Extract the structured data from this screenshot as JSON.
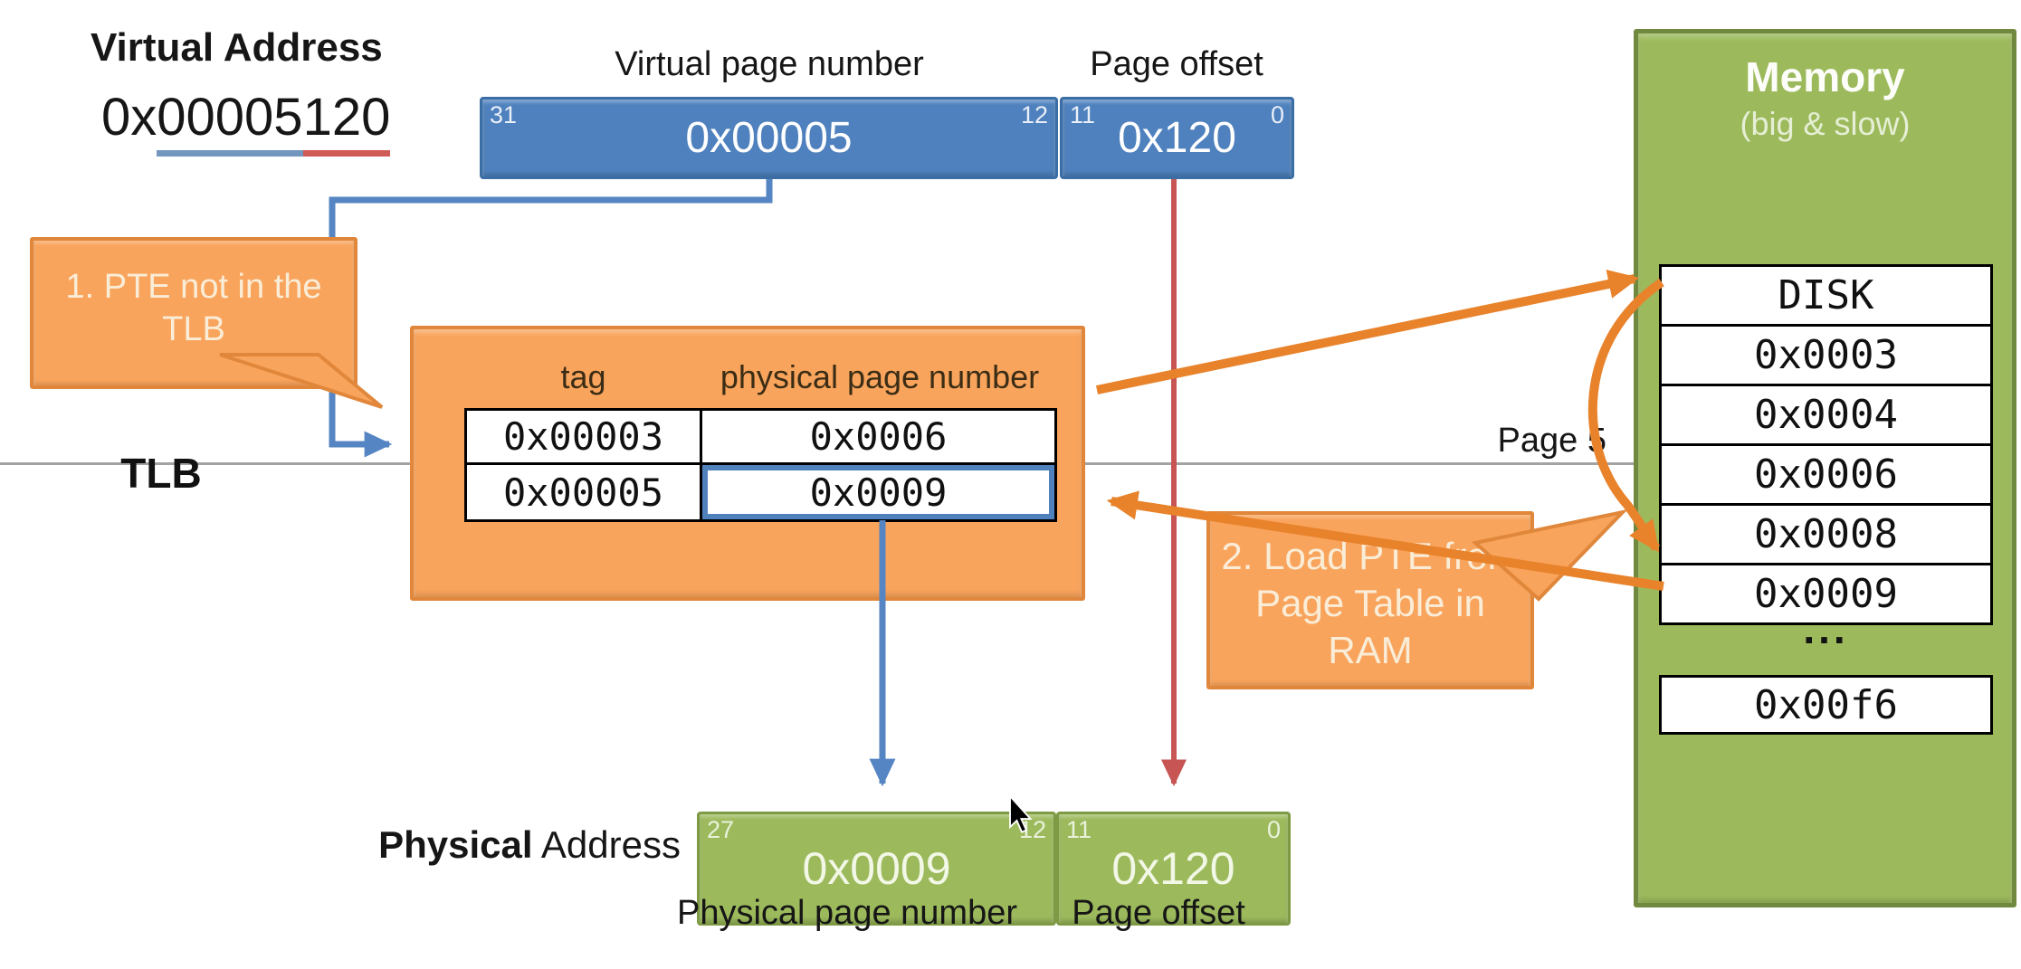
{
  "slide": {
    "virtual_address": {
      "title": "Virtual Address",
      "value_prefix": "0x",
      "value_page": "00005",
      "value_offset": "120",
      "field_vpn_label": "Virtual page number",
      "field_offset_label": "Page offset",
      "vpn_value": "0x00005",
      "offset_value": "0x120",
      "bits": {
        "b31": "31",
        "b12": "12",
        "b11": "11",
        "b0": "0"
      }
    },
    "callout_tlb_miss": {
      "line1": "1. PTE not in the",
      "line2": "TLB"
    },
    "tlb": {
      "label": "TLB",
      "header_tag": "tag",
      "header_ppn": "physical page number",
      "rows": [
        {
          "tag": "0x00003",
          "ppn": "0x0006"
        },
        {
          "tag": "0x00005",
          "ppn": "0x0009"
        }
      ]
    },
    "callout_load_pte": {
      "line1": "2. Load PTE from",
      "line2": "Page Table in",
      "line3": "RAM"
    },
    "page5_label": "Page 5",
    "memory": {
      "title": "Memory",
      "subtitle": "(big & slow)",
      "cells": [
        "DISK",
        "0x0003",
        "0x0004",
        "0x0006",
        "0x0008",
        "0x0009"
      ],
      "ellipsis": "...",
      "far_cell": "0x00f6"
    },
    "physical_address": {
      "title_bold": "Physical",
      "title_rest": " Address",
      "ppn_value": "0x0009",
      "offset_value": "0x120",
      "bits": {
        "b27": "27",
        "b12": "12",
        "b11": "11",
        "b0": "0"
      },
      "ppn_label": "Physical page number",
      "offset_label": "Page offset"
    },
    "colors": {
      "blue_fill": "#4E81BD",
      "blue_border": "#3A6EA5",
      "blue_arrow": "#5585C2",
      "orange_fill": "#F9A45C",
      "orange_border": "#E0873B",
      "orange_arrow": "#E8832C",
      "green_fill": "#9CBA5C",
      "green_border": "#7E9A45",
      "red_arrow": "#C65553",
      "gray_line": "#A3A3A3",
      "underline_blue": "#7396BF",
      "underline_red": "#D05A55"
    }
  }
}
